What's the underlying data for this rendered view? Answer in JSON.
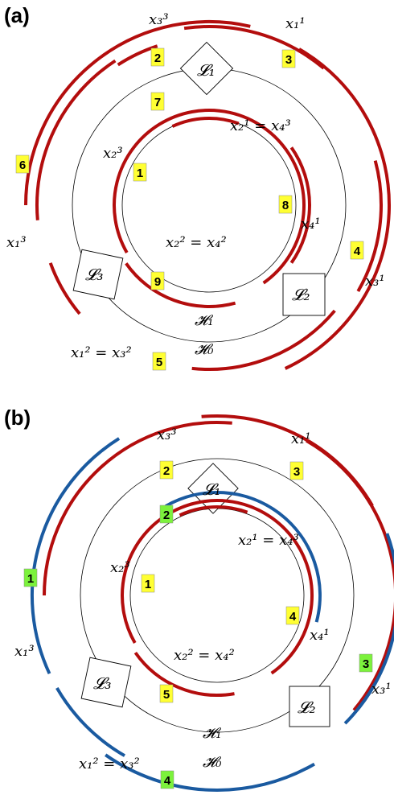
{
  "colors": {
    "red": "#b30d0d",
    "blue": "#1a5aa0",
    "yellow": "#ffff33",
    "green": "#7cf23c",
    "stroke": "#000000"
  },
  "panels": [
    {
      "id": "a",
      "title": "(a)",
      "labels": {
        "x33": "x₃³",
        "x11": "x₁¹",
        "L1": "𝓛₁",
        "x21_x43": "x₂¹ = x₄³",
        "x23": "x₂³",
        "x13": "x₁³",
        "x41": "x₄¹",
        "x22_x42": "x₂² = x₄²",
        "x31": "x₃¹",
        "L3": "𝓛₃",
        "L2": "𝓛₂",
        "H1": "𝓗₁",
        "H0": "𝓗₀",
        "x12_x32": "x₁² = x₃²"
      },
      "badges": [
        {
          "text": "2",
          "color": "yellow"
        },
        {
          "text": "3",
          "color": "yellow"
        },
        {
          "text": "7",
          "color": "yellow"
        },
        {
          "text": "6",
          "color": "yellow"
        },
        {
          "text": "1",
          "color": "yellow"
        },
        {
          "text": "8",
          "color": "yellow"
        },
        {
          "text": "4",
          "color": "yellow"
        },
        {
          "text": "9",
          "color": "yellow"
        },
        {
          "text": "5",
          "color": "yellow"
        }
      ]
    },
    {
      "id": "b",
      "title": "(b)",
      "labels": {
        "x33": "x₃³",
        "x11": "x₁¹",
        "L1": "𝓛₁",
        "x21_x43": "x₂¹ = x₄³",
        "x23": "x₂³",
        "x13": "x₁³",
        "x41": "x₄¹",
        "x22_x42": "x₂² = x₄²",
        "x31": "x₃¹",
        "L3": "𝓛₃",
        "L2": "𝓛₂",
        "H1": "𝓗₁",
        "H0": "𝓗₀",
        "x12_x32": "x₁² = x₃²"
      },
      "badges": [
        {
          "text": "2",
          "color": "yellow"
        },
        {
          "text": "3",
          "color": "yellow"
        },
        {
          "text": "2",
          "color": "green"
        },
        {
          "text": "1",
          "color": "green"
        },
        {
          "text": "1",
          "color": "yellow"
        },
        {
          "text": "4",
          "color": "yellow"
        },
        {
          "text": "3",
          "color": "green"
        },
        {
          "text": "5",
          "color": "yellow"
        },
        {
          "text": "4",
          "color": "green"
        }
      ]
    }
  ]
}
